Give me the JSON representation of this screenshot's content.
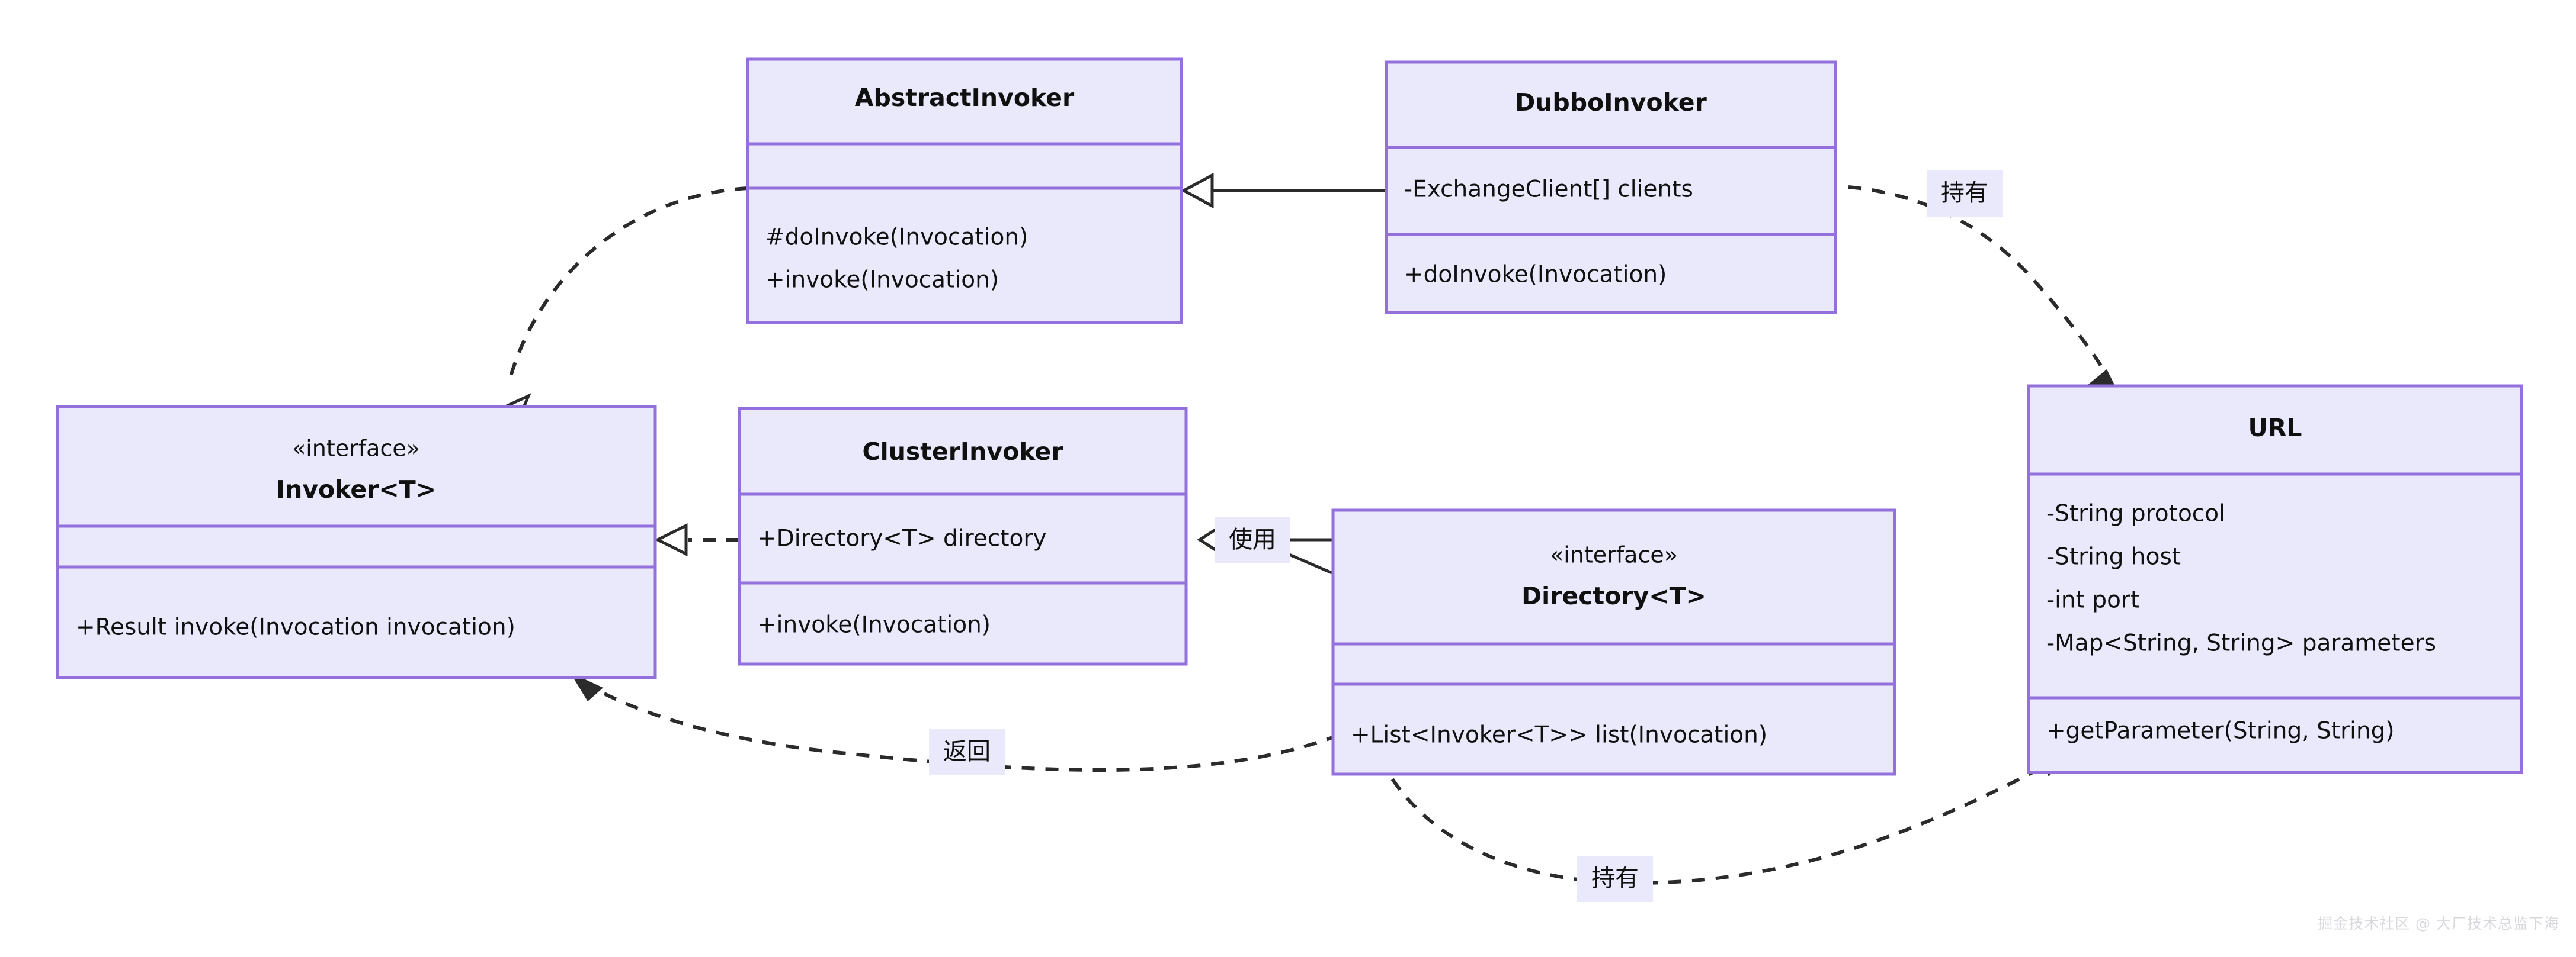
{
  "diagram": {
    "type": "uml-class-diagram",
    "theme": {
      "box_fill": "#eae9fb",
      "box_border": "#9370db",
      "edge_color": "#2b2b2b",
      "text_color": "#101010",
      "background": "#ffffff",
      "watermark_color": "#d8d8dc"
    },
    "classes": [
      {
        "id": "abstract-invoker",
        "stereotype": "",
        "name": "AbstractInvoker",
        "attributes": [],
        "methods": [
          "#doInvoke(Invocation)",
          "+invoke(Invocation)"
        ]
      },
      {
        "id": "dubbo-invoker",
        "stereotype": "",
        "name": "DubboInvoker",
        "attributes": [
          "-ExchangeClient[] clients"
        ],
        "methods": [
          "+doInvoke(Invocation)"
        ]
      },
      {
        "id": "invoker",
        "stereotype": "«interface»",
        "name": "Invoker<T>",
        "attributes": [],
        "methods": [
          "+Result invoke(Invocation invocation)"
        ]
      },
      {
        "id": "cluster-invoker",
        "stereotype": "",
        "name": "ClusterInvoker",
        "attributes": [
          "+Directory<T> directory"
        ],
        "methods": [
          "+invoke(Invocation)"
        ]
      },
      {
        "id": "directory",
        "stereotype": "«interface»",
        "name": "Directory<T>",
        "attributes": [],
        "methods": [
          "+List<Invoker<T>> list(Invocation)"
        ]
      },
      {
        "id": "url",
        "stereotype": "",
        "name": "URL",
        "attributes": [
          "-String protocol",
          "-String host",
          "-int port",
          "-Map<String, String> parameters"
        ],
        "methods": [
          "+getParameter(String, String)"
        ]
      }
    ],
    "relations": [
      {
        "id": "rel-dubbo-extends-abstract",
        "from": "dubbo-invoker",
        "to": "abstract-invoker",
        "kind": "generalization",
        "line": "solid",
        "arrow": "hollow-triangle",
        "label": ""
      },
      {
        "id": "rel-abstract-implements-invoker",
        "from": "abstract-invoker",
        "to": "invoker",
        "kind": "realization",
        "line": "dashed",
        "arrow": "hollow-triangle",
        "label": ""
      },
      {
        "id": "rel-cluster-implements-invoker",
        "from": "cluster-invoker",
        "to": "invoker",
        "kind": "realization",
        "line": "dashed",
        "arrow": "hollow-triangle",
        "label": ""
      },
      {
        "id": "rel-cluster-uses-directory",
        "from": "cluster-invoker",
        "to": "directory",
        "kind": "aggregation",
        "line": "solid",
        "arrow": "hollow-diamond",
        "label": "使用"
      },
      {
        "id": "rel-directory-returns-invoker",
        "from": "directory",
        "to": "invoker",
        "kind": "dependency",
        "line": "dashed",
        "arrow": "open",
        "label": "返回"
      },
      {
        "id": "rel-dubbo-holds-url",
        "from": "dubbo-invoker",
        "to": "url",
        "kind": "dependency",
        "line": "dashed",
        "arrow": "open",
        "label": "持有"
      },
      {
        "id": "rel-directory-holds-url",
        "from": "directory",
        "to": "url",
        "kind": "dependency",
        "line": "dashed",
        "arrow": "open",
        "label": "持有"
      }
    ],
    "watermark": "掘金技术社区 @ 大厂技术总监下海"
  }
}
